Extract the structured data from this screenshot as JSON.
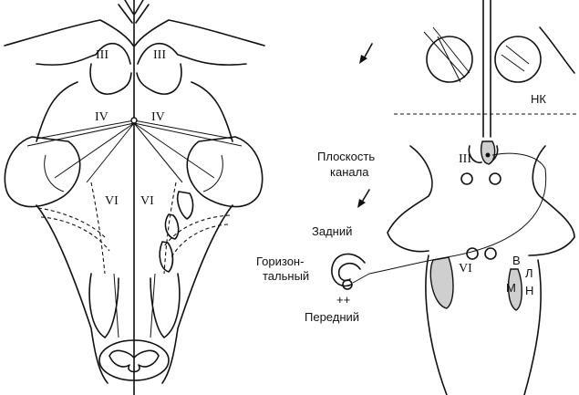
{
  "left_panel": {
    "labels": {
      "nucleus_3_left": "III",
      "nucleus_3_right": "III",
      "nucleus_4_left": "IV",
      "nucleus_4_right": "IV",
      "nucleus_6_left": "VI",
      "nucleus_6_right": "VI"
    }
  },
  "right_panel": {
    "labels": {
      "nk": "НК",
      "plane_line1": "Плоскость",
      "plane_line2": "канала",
      "nucleus_3": "III",
      "posterior": "Задний",
      "horizontal_line1": "Горизон-",
      "horizontal_line2": "тальный",
      "anterior": "Передний",
      "plus_signs": "++",
      "nucleus_6": "VI",
      "vest_b": "В",
      "vest_l": "Л",
      "vest_m": "М",
      "vest_n": "Н"
    }
  }
}
